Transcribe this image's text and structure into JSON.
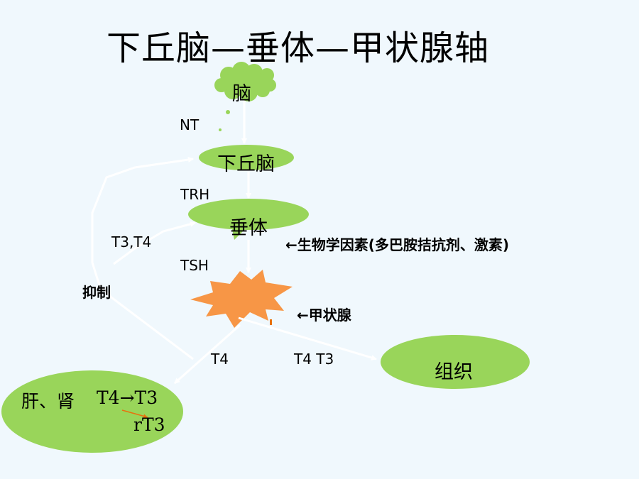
{
  "title": "下丘脑—垂体—甲状腺轴",
  "nodes": {
    "brain": "脑",
    "hypothalamus": "下丘脑",
    "pituitary": "垂体",
    "tissue": "组织",
    "liver_kidney": "肝、肾",
    "t4_to_t3": "T4→T3",
    "rt3": "rT3"
  },
  "edge_labels": {
    "nt": "NT",
    "trh": "TRH",
    "tsh": "TSH",
    "t3_t4": "T3,T4",
    "t4": "T4",
    "t4_t3": "T4 T3"
  },
  "annotations": {
    "inhibit": "抑制",
    "bio_factors": "←生物学因素(多巴胺拮抗剂、激素)",
    "thyroid": "←甲状腺"
  },
  "colors": {
    "background": "#f0f8fd",
    "node_fill": "#99d55a",
    "thyroid_fill": "#f79646",
    "arrow": "#ffffff",
    "conversion_arrow": "#e8710e"
  }
}
